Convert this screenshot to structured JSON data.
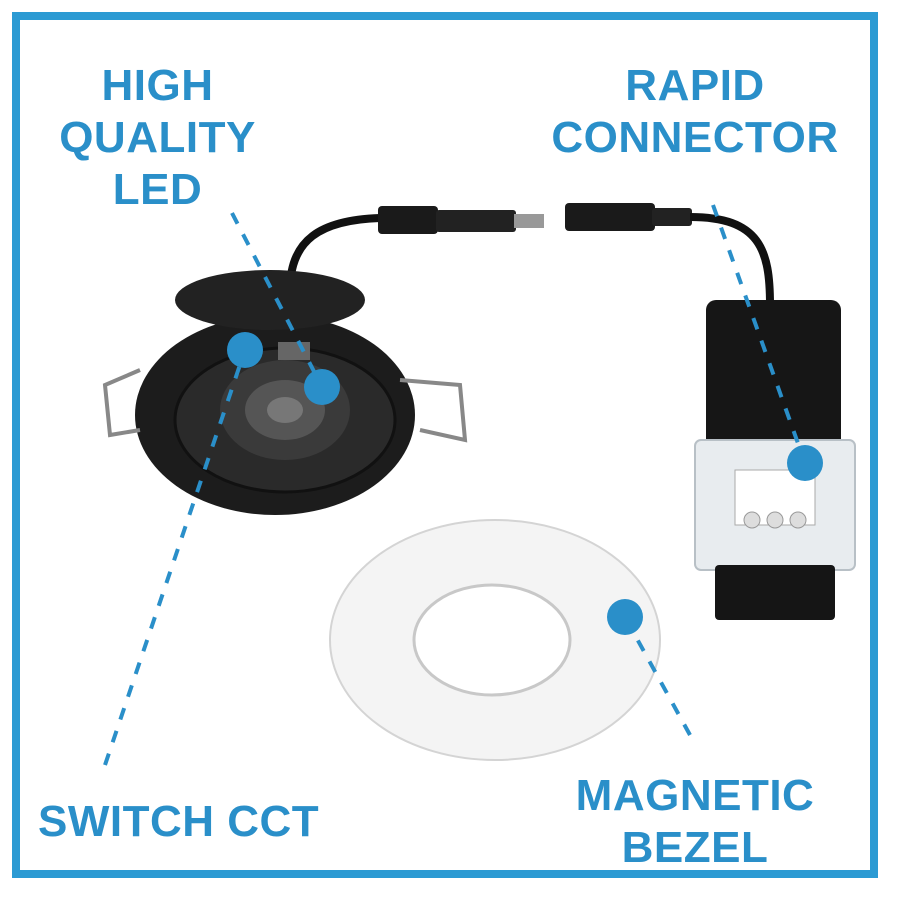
{
  "labels": {
    "high_quality_led": [
      "HIGH",
      "QUALITY",
      "LED"
    ],
    "rapid_connector": [
      "RAPID",
      "CONNECTOR"
    ],
    "switch_cct": "SWITCH CCT",
    "magnetic_bezel": [
      "MAGNETIC",
      "BEZEL"
    ]
  },
  "colors": {
    "accent": "#2a8fc9",
    "frame": "#2b9ad3"
  }
}
